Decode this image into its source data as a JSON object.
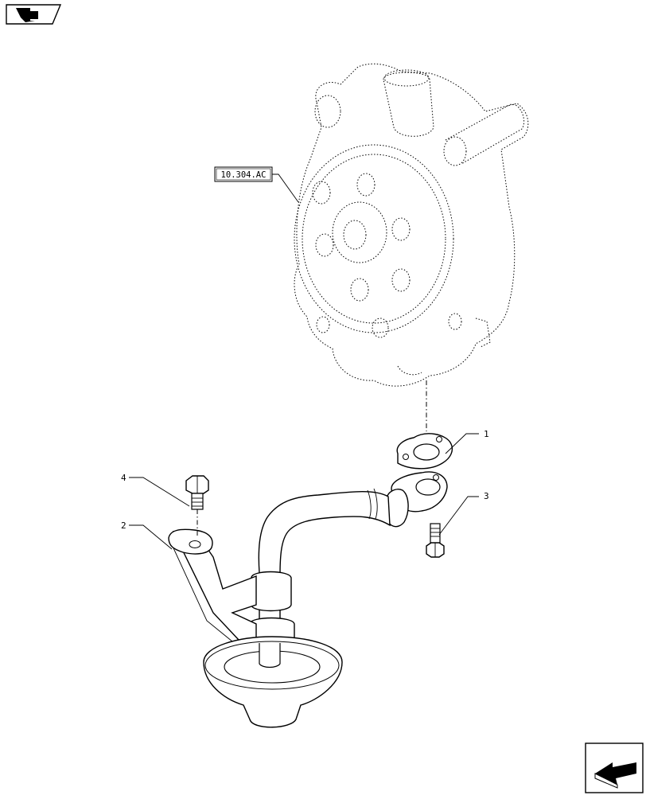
{
  "reference_label": "10.304.AC",
  "callouts": [
    {
      "id": "1",
      "label": "1"
    },
    {
      "id": "2",
      "label": "2"
    },
    {
      "id": "3",
      "label": "3"
    },
    {
      "id": "4",
      "label": "4"
    }
  ],
  "icons": {
    "top_left": "book-arrow-icon",
    "bottom_right": "next-page-arrow-icon"
  }
}
